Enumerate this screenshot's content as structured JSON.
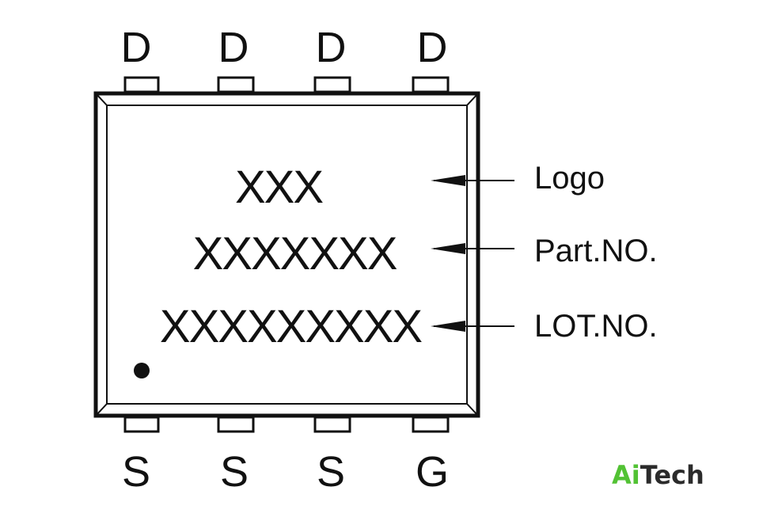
{
  "pins": {
    "top": [
      "D",
      "D",
      "D",
      "D"
    ],
    "bottom": [
      "S",
      "S",
      "S",
      "G"
    ]
  },
  "marking": {
    "line1": "XXX",
    "line2": "XXXXXXX",
    "line3": "XXXXXXXXX"
  },
  "callouts": {
    "logo": "Logo",
    "part_no": "Part.NO.",
    "lot_no": "LOT.NO."
  },
  "brand": {
    "part1": "Ai",
    "part2": "Tech",
    "color_ai": "#52c234",
    "color_tech": "#2b2b2b"
  },
  "colors": {
    "outline": "#111111",
    "background": "#ffffff"
  }
}
